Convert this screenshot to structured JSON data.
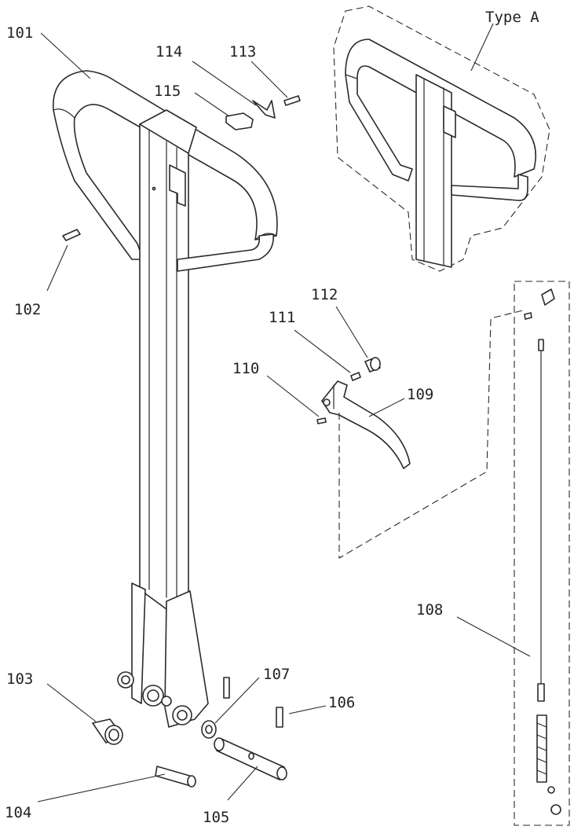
{
  "diagram": {
    "variant_label": "Type A",
    "callouts": [
      "101",
      "102",
      "103",
      "104",
      "105",
      "106",
      "107",
      "108",
      "109",
      "110",
      "111",
      "112",
      "113",
      "114",
      "115"
    ]
  },
  "colors": {
    "line": "#2a2a2a",
    "background": "#ffffff"
  }
}
